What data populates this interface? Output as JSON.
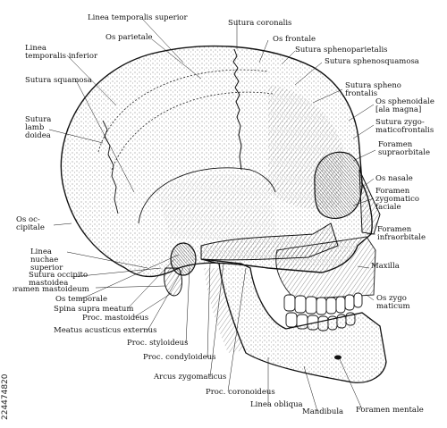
{
  "colors": {
    "ink": "#111111",
    "paper": "#ffffff",
    "hatch": "#333333"
  },
  "stock_id": "224474820",
  "labels": {
    "linea_temporalis_superior": "Linea temporalis superior",
    "os_parietale": "Os parietale",
    "sutura_coronalis": "Sutura coronalis",
    "os_frontale": "Os frontale",
    "linea_temporalis_inferior": "Linea\ntemporalis inferior",
    "sutura_sphenoparietalis": "Sutura sphenoparietalis",
    "sutura_sphenosquamosa": "Sutura sphenosquamosa",
    "sutura_squamosa": "Sutura squamosa",
    "sutura_sphenofrontalis": "Sutura spheno\nfrontalis",
    "os_sphenoidale": "Os sphenoidale\n[ala magna]",
    "sutura_lambdoidea": "Sutura\nlamb\ndoidea",
    "sutura_zygomaticofrontalis": "Sutura zygo-\nmaticofrontalis",
    "foramen_supraorbitale": "Foramen\nsupraorbitale",
    "os_nasale": "Os nasale",
    "foramen_zygomaticofaciale": "Foramen\nzygomatico\nfaciale",
    "os_occipitale": "Os oc-\ncipitale",
    "foramen_infraorbitale": "Foramen\ninfraorbitale",
    "linea_nuchae_superior": "Linea\nnuchae\nsuperior",
    "sutura_occipitomastoidea": "Sutura occipito\nmastoidea",
    "maxilla": "Maxilla",
    "foramen_mastoideum": "Foramen mastoideum",
    "os_temporale": "Os temporale",
    "os_zygomaticum": "Os zygo\nmaticum",
    "spina_supra_meatum": "Spina supra meatum",
    "proc_mastoideus": "Proc. mastoideus",
    "meatus_acusticus_externus": "Meatus acusticus externus",
    "proc_styloideus": "Proc. styloideus",
    "proc_condyloideus": "Proc. condyloideus",
    "arcus_zygomaticus": "Arcus zygomaticus",
    "proc_coronoideus": "Proc. coronoideus",
    "linea_obliqua": "Linea obliqua",
    "mandibula": "Mandibula",
    "foramen_mentale": "Foramen mentale"
  }
}
